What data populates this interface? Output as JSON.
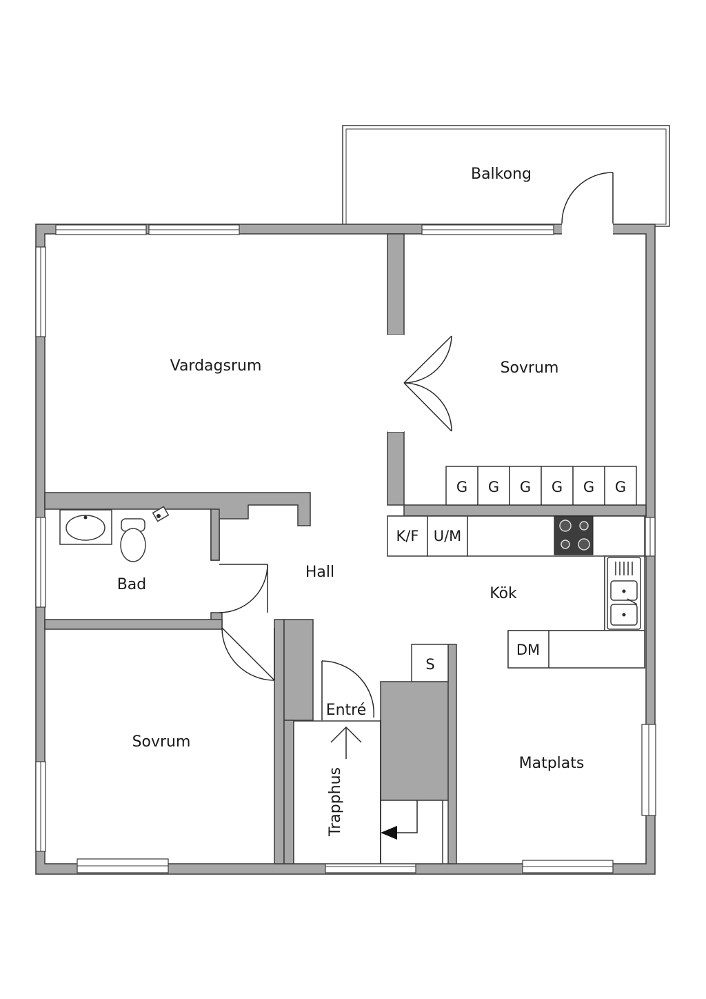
{
  "rooms": {
    "balkong": "Balkong",
    "vardagsrum": "Vardagsrum",
    "sovrum_top": "Sovrum",
    "bad": "Bad",
    "hall": "Hall",
    "kok": "Kök",
    "sovrum_bottom": "Sovrum",
    "entre": "Entré",
    "trapphus": "Trapphus",
    "matplats": "Matplats"
  },
  "fixtures": {
    "wardrobe_labels": [
      "G",
      "G",
      "G",
      "G",
      "G",
      "G"
    ],
    "fridge_freezer": "K/F",
    "oven_microwave": "U/M",
    "dishwasher": "DM",
    "storage": "S"
  },
  "colors": {
    "wall": "#a7a7a7",
    "outline": "#3a3a3a",
    "stove": "#3d3d3d"
  }
}
